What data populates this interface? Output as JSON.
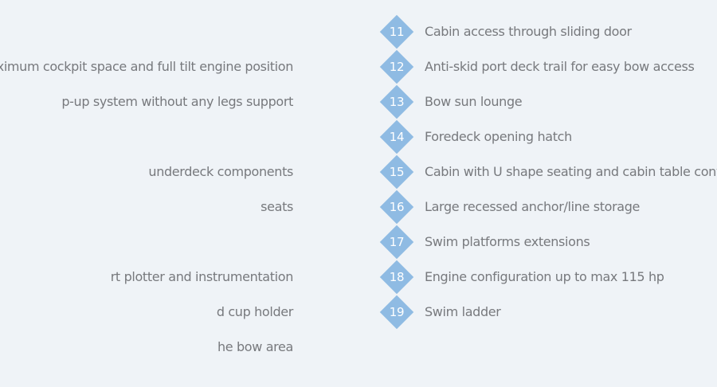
{
  "left_features": [
    "aximum cockpit space and full tilt engine position",
    "p-up system without any legs support",
    "",
    "underdeck components",
    " seats",
    "",
    "rt plotter and instrumentation",
    "d cup holder",
    "he bow area"
  ],
  "right_features": [
    {
      "number": "11",
      "text": "Cabin access through sliding door"
    },
    {
      "number": "12",
      "text": "Anti-skid port deck trail for easy bow access"
    },
    {
      "number": "13",
      "text": "Bow sun lounge"
    },
    {
      "number": "14",
      "text": "Foredeck opening hatch"
    },
    {
      "number": "15",
      "text": "Cabin with U shape seating and cabin table conve"
    },
    {
      "number": "16",
      "text": "Large recessed anchor/line storage"
    },
    {
      "number": "17",
      "text": "Swim platforms extensions"
    },
    {
      "number": "18",
      "text": "Engine configuration up to max 115 hp"
    },
    {
      "number": "19",
      "text": "Swim ladder"
    }
  ],
  "colors": {
    "background": "#eff3f7",
    "badge": "#8fbbe3",
    "text": "#77797d"
  }
}
